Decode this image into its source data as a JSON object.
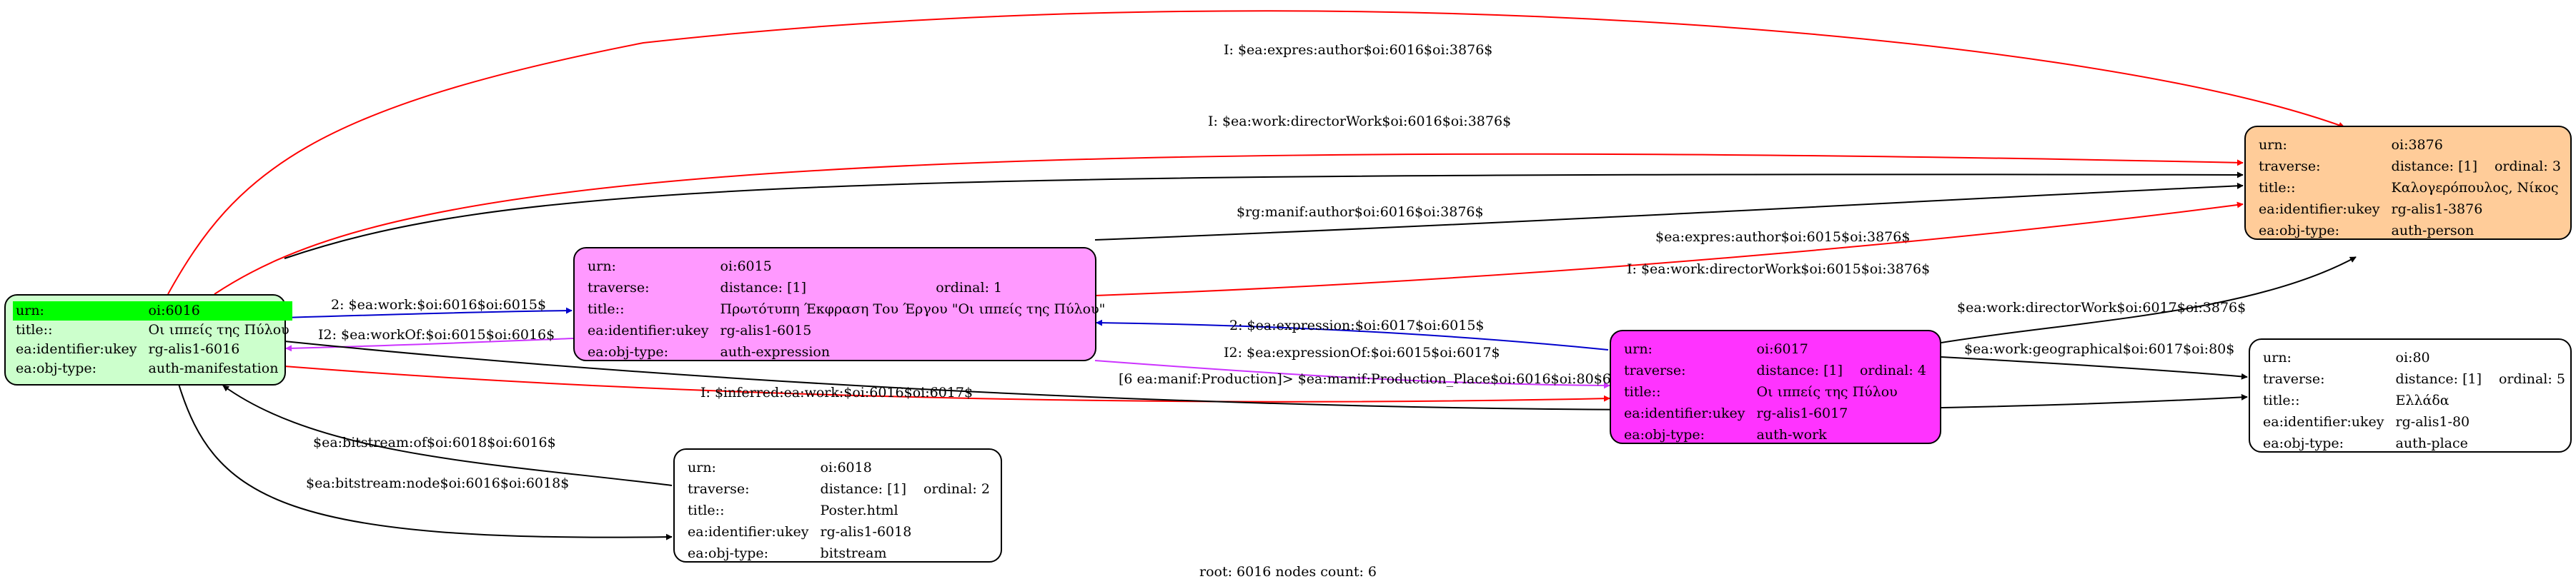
{
  "nodes": {
    "n6016": {
      "fill": "#ccffcc",
      "rows": [
        {
          "k": "urn:",
          "v": "oi:6016"
        },
        {
          "k": "title::",
          "v": "Οι ιππείς της Πύλου"
        },
        {
          "k": "ea:identifier:ukey",
          "v": "rg-alis1-6016"
        },
        {
          "k": "ea:obj-type:",
          "v": "auth-manifestation"
        }
      ]
    },
    "n6015": {
      "fill": "#ff99ff",
      "rows": [
        {
          "k": "urn:",
          "v": "oi:6015"
        },
        {
          "k": "traverse:",
          "v": "distance: [1]",
          "v2": "ordinal: 1"
        },
        {
          "k": "title::",
          "v": "Πρωτότυπη Έκφραση Του Έργου \"Οι ιππείς της Πύλου\""
        },
        {
          "k": "ea:identifier:ukey",
          "v": "rg-alis1-6015"
        },
        {
          "k": "ea:obj-type:",
          "v": "auth-expression"
        }
      ]
    },
    "n6017": {
      "fill": "#ff33ff",
      "rows": [
        {
          "k": "urn:",
          "v": "oi:6017"
        },
        {
          "k": "traverse:",
          "v": "distance: [1]",
          "v2": "ordinal: 4"
        },
        {
          "k": "title::",
          "v": "Οι ιππείς της Πύλου"
        },
        {
          "k": "ea:identifier:ukey",
          "v": "rg-alis1-6017"
        },
        {
          "k": "ea:obj-type:",
          "v": "auth-work"
        }
      ]
    },
    "n3876": {
      "fill": "#ffcc99",
      "rows": [
        {
          "k": "urn:",
          "v": "oi:3876"
        },
        {
          "k": "traverse:",
          "v": "distance: [1]",
          "v2": "ordinal: 3"
        },
        {
          "k": "title::",
          "v": "Καλογερόπουλος, Νίκος"
        },
        {
          "k": "ea:identifier:ukey",
          "v": "rg-alis1-3876"
        },
        {
          "k": "ea:obj-type:",
          "v": "auth-person"
        }
      ]
    },
    "n80": {
      "fill": "#ffffff",
      "rows": [
        {
          "k": "urn:",
          "v": "oi:80"
        },
        {
          "k": "traverse:",
          "v": "distance: [1]",
          "v2": "ordinal: 5"
        },
        {
          "k": "title::",
          "v": "Ελλάδα"
        },
        {
          "k": "ea:identifier:ukey",
          "v": "rg-alis1-80"
        },
        {
          "k": "ea:obj-type:",
          "v": "auth-place"
        }
      ]
    },
    "n6018": {
      "fill": "#ffffff",
      "rows": [
        {
          "k": "urn:",
          "v": "oi:6018"
        },
        {
          "k": "traverse:",
          "v": "distance: [1]",
          "v2": "ordinal: 2"
        },
        {
          "k": "title::",
          "v": "Poster.html"
        },
        {
          "k": "ea:identifier:ukey",
          "v": "rg-alis1-6018"
        },
        {
          "k": "ea:obj-type:",
          "v": "bitstream"
        }
      ]
    }
  },
  "edges": [
    {
      "label": "I: $ea:expres:author$oi:6016$oi:3876$",
      "color": "#ff0000"
    },
    {
      "label": "I: $ea:work:directorWork$oi:6016$oi:3876$",
      "color": "#ff0000"
    },
    {
      "label": "$rg:manif:author$oi:6016$oi:3876$",
      "color": "#000000"
    },
    {
      "label": "$ea:expres:author$oi:6015$oi:3876$",
      "color": "#000000"
    },
    {
      "label": "I: $ea:work:directorWork$oi:6015$oi:3876$",
      "color": "#ff0000"
    },
    {
      "label": "2: $ea:work:$oi:6016$oi:6015$",
      "color": "#0000cc"
    },
    {
      "label": "I2: $ea:workOf:$oi:6015$oi:6016$",
      "color": "#cc33ff"
    },
    {
      "label": "2: $ea:expression:$oi:6017$oi:6015$",
      "color": "#0000cc"
    },
    {
      "label": "I2: $ea:expressionOf:$oi:6015$oi:6017$",
      "color": "#cc33ff"
    },
    {
      "label": "I: $inferred:ea:work:$oi:6016$oi:6017$",
      "color": "#ff0000"
    },
    {
      "label": "$ea:work:directorWork$oi:6017$oi:3876$",
      "color": "#000000"
    },
    {
      "label": "$ea:work:geographical$oi:6017$oi:80$",
      "color": "#000000"
    },
    {
      "label": "[6 ea:manif:Production]> $ea:manif:Production_Place$oi:6016$oi:80$6",
      "color": "#000000"
    },
    {
      "label": "$ea:bitstream:of$oi:6018$oi:6016$",
      "color": "#000000"
    },
    {
      "label": "$ea:bitstream:node$oi:6016$oi:6018$",
      "color": "#000000"
    }
  ],
  "footer": "root: 6016 nodes count: 6"
}
